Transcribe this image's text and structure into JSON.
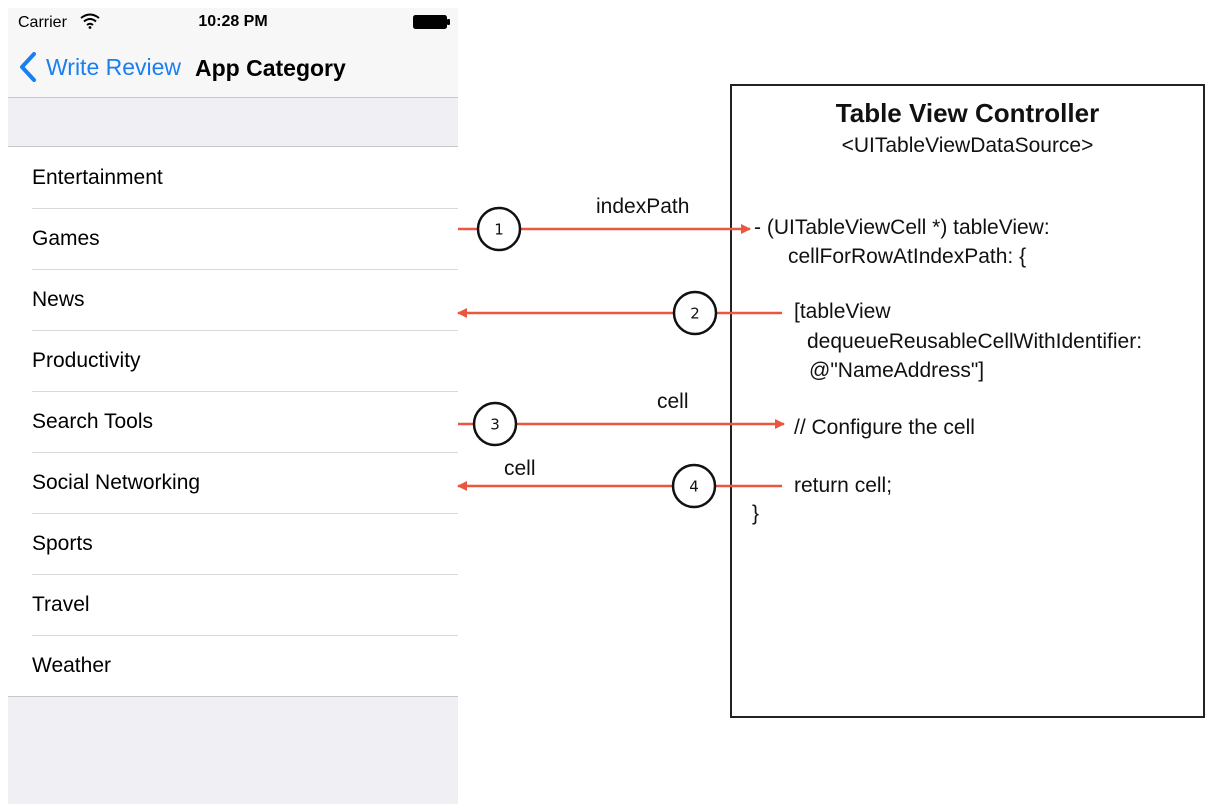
{
  "status_bar": {
    "carrier": "Carrier",
    "time": "10:28 PM"
  },
  "nav_bar": {
    "back_label": "Write Review",
    "title": "App Category"
  },
  "categories": [
    "Entertainment",
    "Games",
    "News",
    "Productivity",
    "Search Tools",
    "Social Networking",
    "Sports",
    "Travel",
    "Weather"
  ],
  "controller": {
    "title": "Table View Controller",
    "subtitle": "<UITableViewDataSource>",
    "code": {
      "line1": "- (UITableViewCell *) tableView:",
      "line2": "cellForRowAtIndexPath: {",
      "line3": "[tableView",
      "line4": "dequeueReusableCellWithIdentifier:",
      "line5": "@\"NameAddress\"]",
      "line6": "// Configure the cell",
      "line7": "return cell;",
      "line8": "}"
    }
  },
  "arrows": {
    "a1": {
      "step": "1",
      "label": "indexPath"
    },
    "a2": {
      "step": "2",
      "label": ""
    },
    "a3": {
      "step": "3",
      "label": "cell"
    },
    "a4": {
      "step": "4",
      "label": "cell"
    }
  },
  "colors": {
    "accent": "#1a7ff0",
    "arrow": "#e9573f"
  }
}
